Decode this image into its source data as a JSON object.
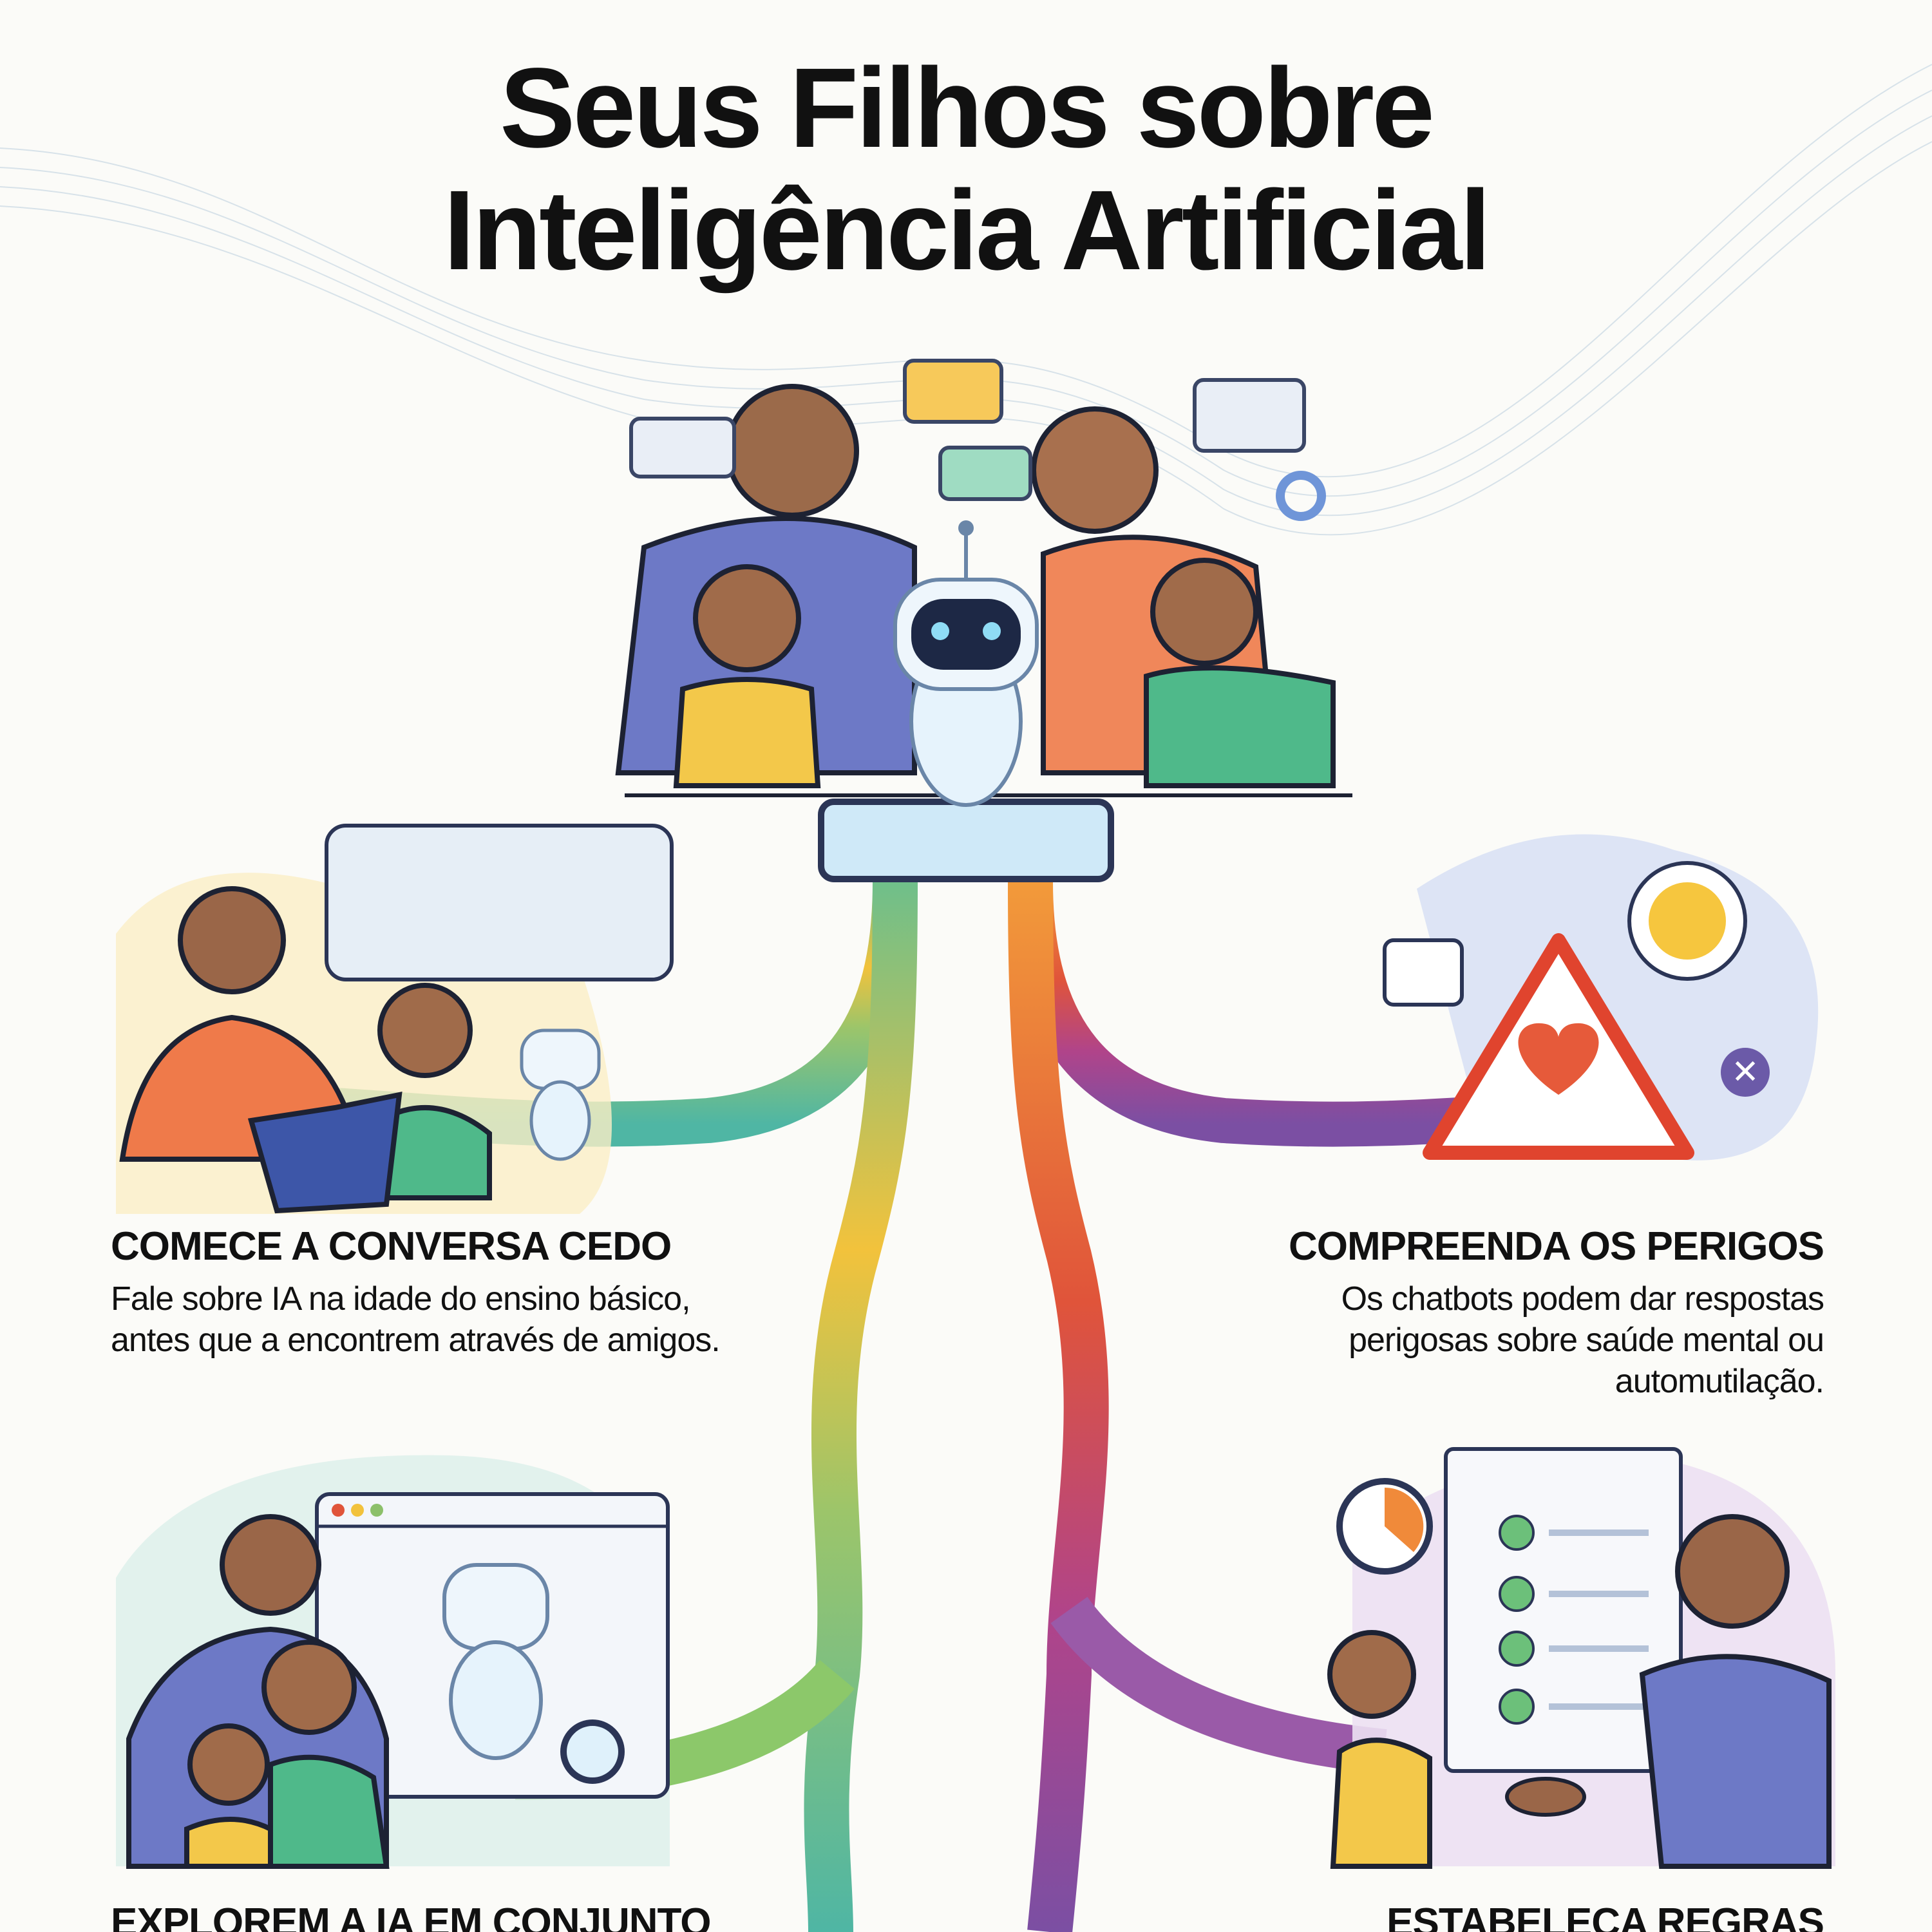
{
  "title": {
    "line1": "Seus Filhos sobre",
    "line2": "Inteligência Artificial"
  },
  "sections": [
    {
      "heading": "COMECE A CONVERSA CEDO",
      "lines": [
        "Fale sobre IA na idade do ensino básico,",
        "antes que a encontrem através de amigos."
      ],
      "icon": "parent-reading-with-child-and-robot"
    },
    {
      "heading": "COMPREENDA OS PERIGOS",
      "lines": [
        "Os chatbots podem dar respostas",
        "perigosas sobre saúde mental ou",
        "automutilação."
      ],
      "icon": "warning-triangle-broken-heart"
    },
    {
      "heading": "EXPLOREM A IA EM CONJUNTO",
      "icon": "family-exploring-robot-browser"
    },
    {
      "heading": "ESTABELEÇA REGRAS",
      "icon": "checklist-clock-handshake"
    }
  ],
  "colors": {
    "green": "#8cc06a",
    "yellow": "#f2c23c",
    "orange": "#f08a3a",
    "red": "#e0543a",
    "purple": "#7b4fa3",
    "teal": "#4fb6a4"
  }
}
